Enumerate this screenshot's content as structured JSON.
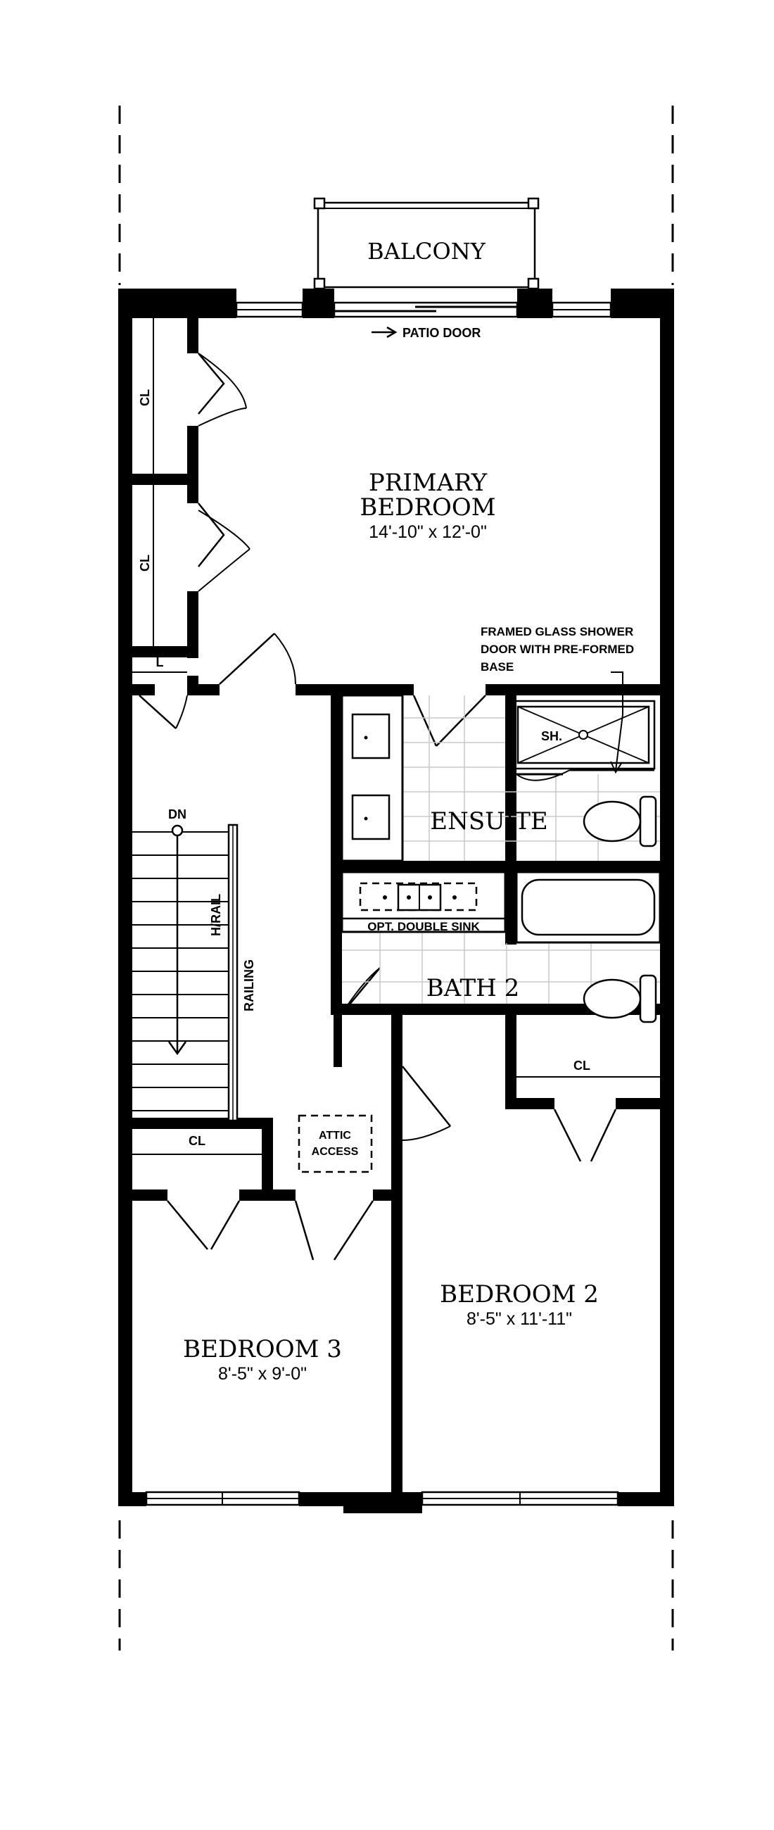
{
  "plan": {
    "rooms": {
      "balcony": "BALCONY",
      "primary_name_1": "PRIMARY",
      "primary_name_2": "BEDROOM",
      "primary_dim": "14'-10\" x 12'-0\"",
      "ensuite": "ENSUITE",
      "bath2": "BATH 2",
      "bedroom2_name": "BEDROOM 2",
      "bedroom2_dim": "8'-5\" x 11'-11\"",
      "bedroom3_name": "BEDROOM 3",
      "bedroom3_dim": "8'-5\" x 9'-0\""
    },
    "labels": {
      "patio_door": "PATIO DOOR",
      "closet": "CL",
      "linen": "L",
      "down": "DN",
      "handrail": "H/RAIL",
      "railing": "RAILING",
      "shower": "SH.",
      "shower_note_1": "FRAMED GLASS SHOWER",
      "shower_note_2": "DOOR WITH PRE-FORMED",
      "shower_note_3": "BASE",
      "double_sink": "OPT. DOUBLE SINK",
      "attic_1": "ATTIC",
      "attic_2": "ACCESS"
    }
  }
}
